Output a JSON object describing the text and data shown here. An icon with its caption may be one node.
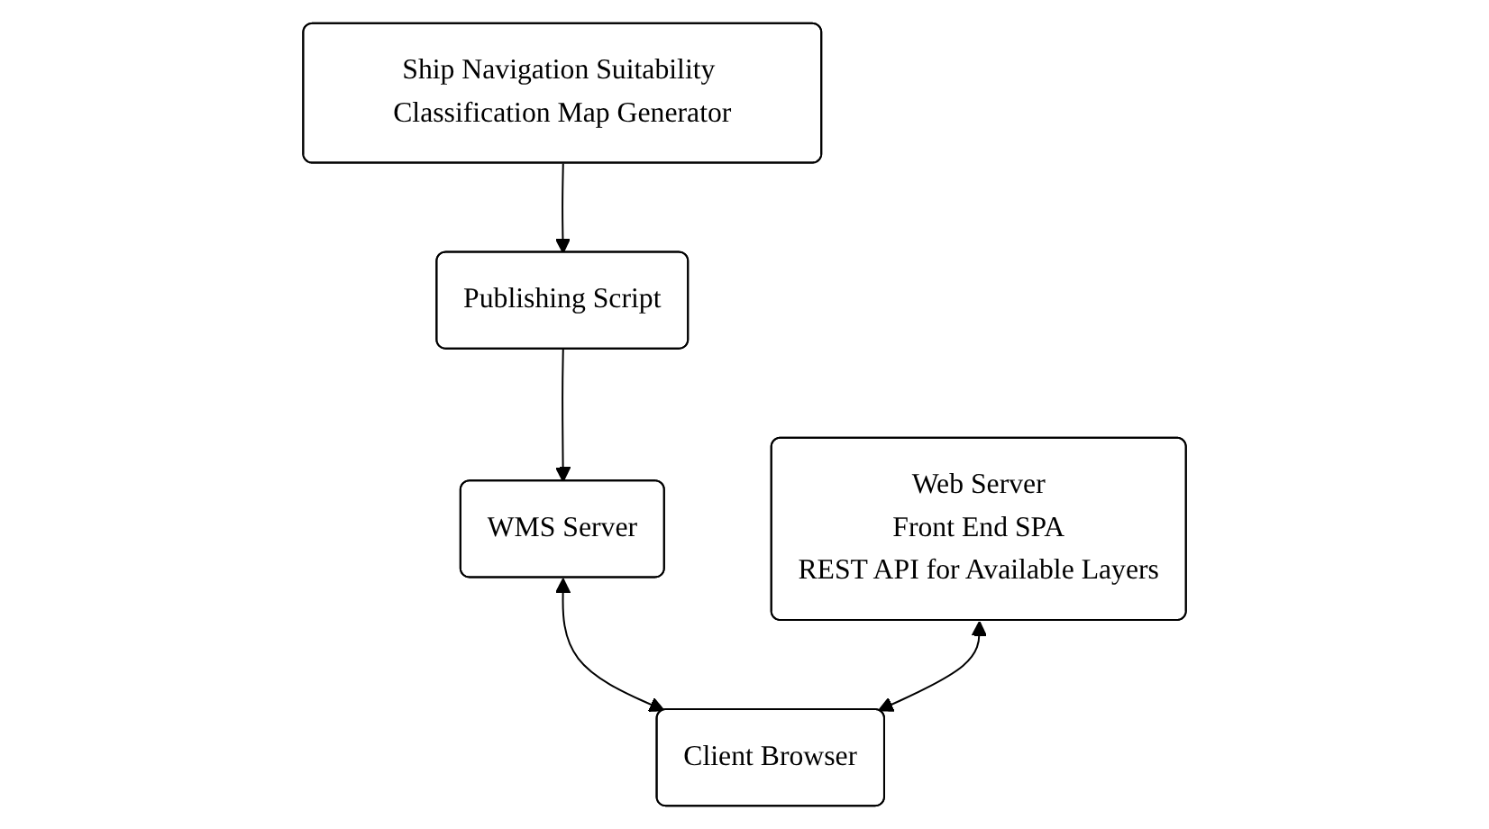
{
  "diagram": {
    "nodes": [
      {
        "text": [
          "Ship Navigation Suitability Classification Map Generator"
        ]
      },
      {
        "text": [
          "Publishing Script"
        ]
      },
      {
        "text": [
          "Web Server",
          "Front End SPA",
          "REST API for Available Layers"
        ]
      },
      {
        "text": [
          "WMS Server"
        ]
      },
      {
        "text": [
          "Client Browser"
        ]
      }
    ],
    "edges": [
      {
        "from": 0,
        "to": 1,
        "arrow": "to"
      },
      {
        "from": 1,
        "to": 3,
        "arrow": "to"
      },
      {
        "from": 3,
        "to": 4,
        "arrow": "both"
      },
      {
        "from": 2,
        "to": 4,
        "arrow": "both"
      }
    ]
  }
}
